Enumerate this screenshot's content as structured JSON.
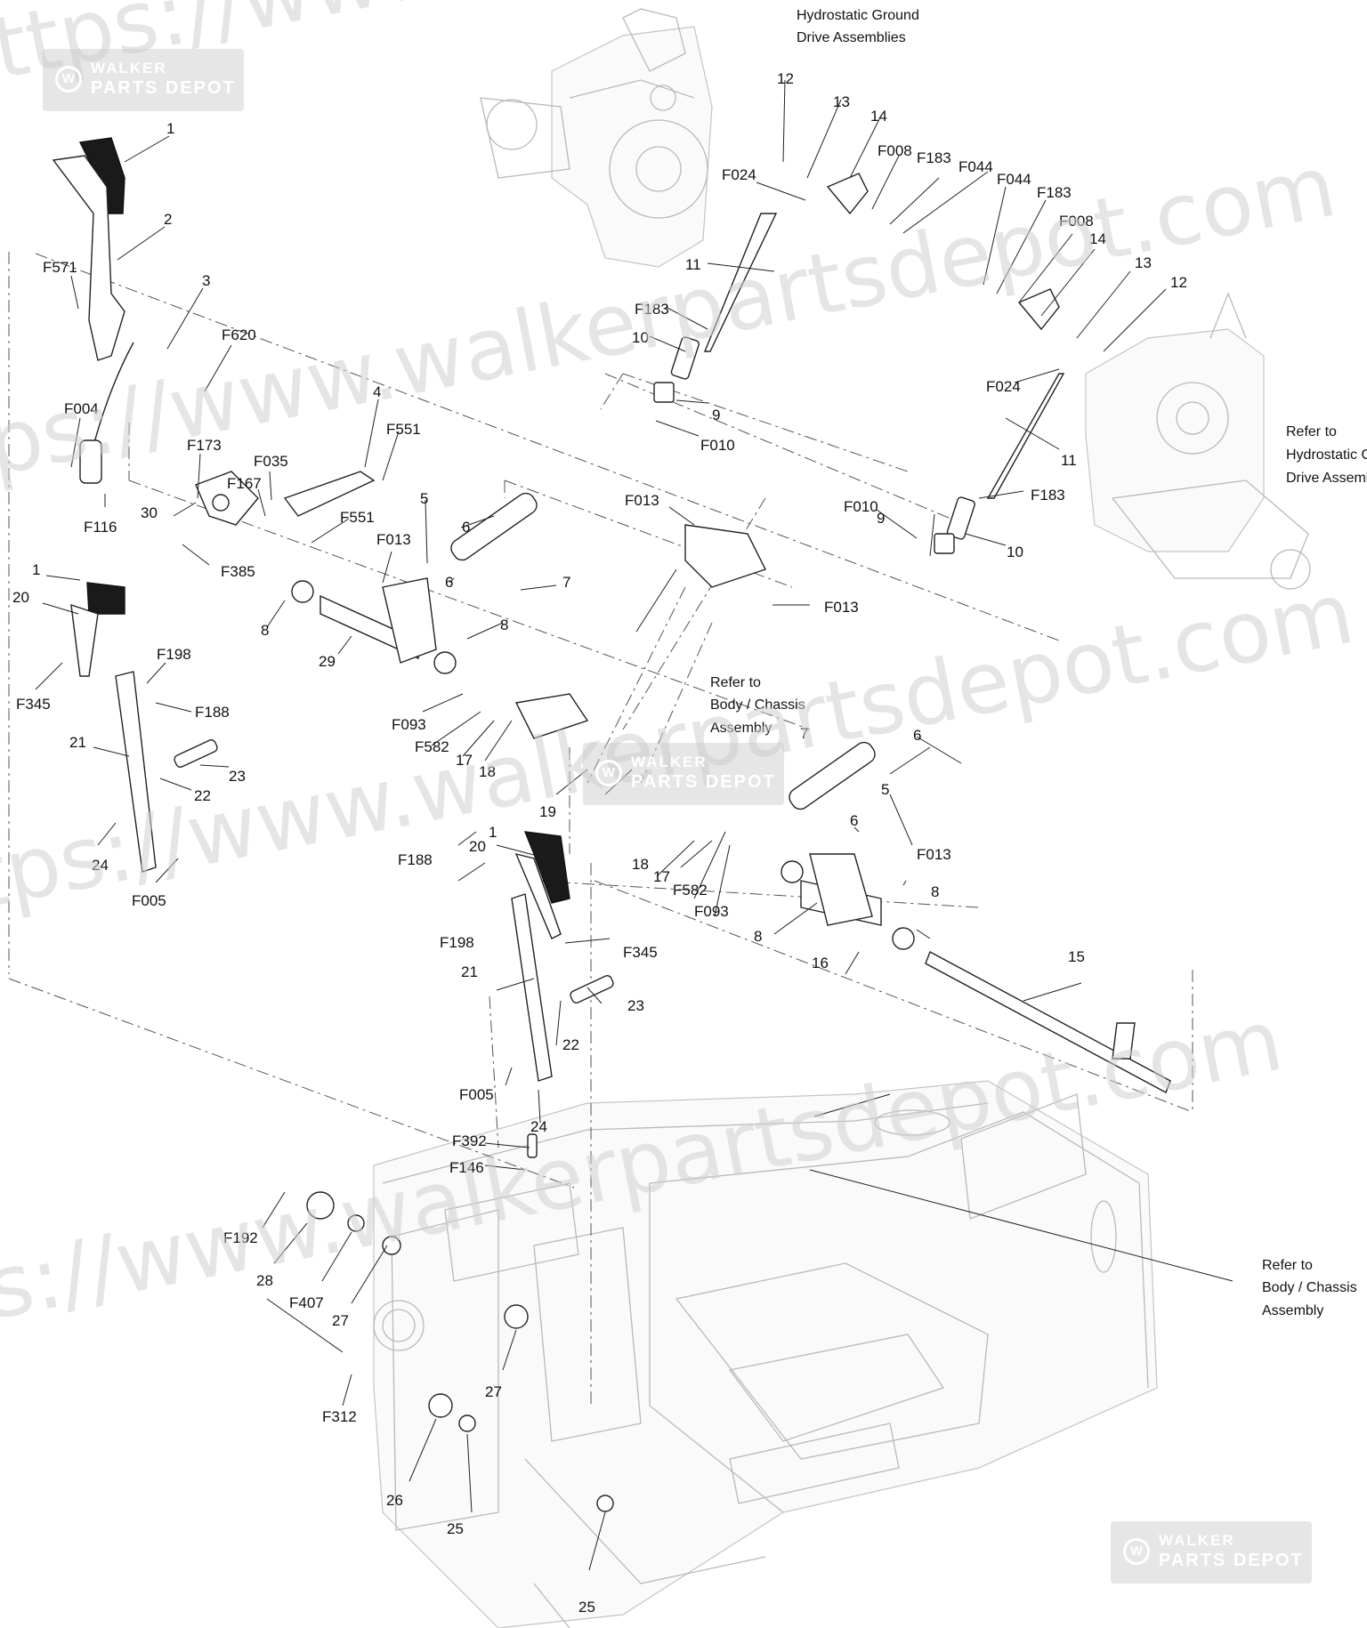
{
  "watermark": {
    "text": "https://www.walkerpartsdepot.com",
    "logo_line1": "WALKER",
    "logo_line2": "PARTS DEPOT",
    "logo_mark": "W"
  },
  "notes": {
    "hydro_top": [
      "Hydrostatic Ground",
      "Drive Assemblies"
    ],
    "hydro_right": [
      "Refer to",
      "Hydrostatic Gro",
      "Drive Assembli"
    ],
    "body_center": [
      "Refer to",
      "Body / Chassis",
      "Assembly"
    ],
    "body_right": [
      "Refer to",
      "Body / Chassis",
      "Assembly"
    ]
  },
  "callouts": [
    "1",
    "2",
    "3",
    "F571",
    "F620",
    "F004",
    "F173",
    "F035",
    "F167",
    "4",
    "F551",
    "F551",
    "F116",
    "30",
    "F385",
    "5",
    "6",
    "6",
    "7",
    "F013",
    "8",
    "8",
    "29",
    "1",
    "20",
    "F345",
    "F198",
    "F188",
    "21",
    "23",
    "22",
    "24",
    "F005",
    "F093",
    "F582",
    "17",
    "18",
    "19",
    "F013",
    "F013",
    "Refer",
    "12",
    "13",
    "14",
    "F024",
    "F008",
    "F183",
    "F044",
    "11",
    "F183",
    "10",
    "9",
    "F010",
    "F044",
    "F183",
    "F008",
    "14",
    "13",
    "12",
    "F024",
    "11",
    "F183",
    "10",
    "9",
    "F010",
    "7",
    "6",
    "5",
    "6",
    "F013",
    "18",
    "17",
    "F582",
    "F093",
    "8",
    "8",
    "16",
    "15",
    "1",
    "20",
    "F188",
    "F198",
    "F345",
    "21",
    "23",
    "22",
    "F005",
    "24",
    "F392",
    "F146",
    "F192",
    "28",
    "F407",
    "27",
    "27",
    "F312",
    "26",
    "25",
    "25"
  ]
}
